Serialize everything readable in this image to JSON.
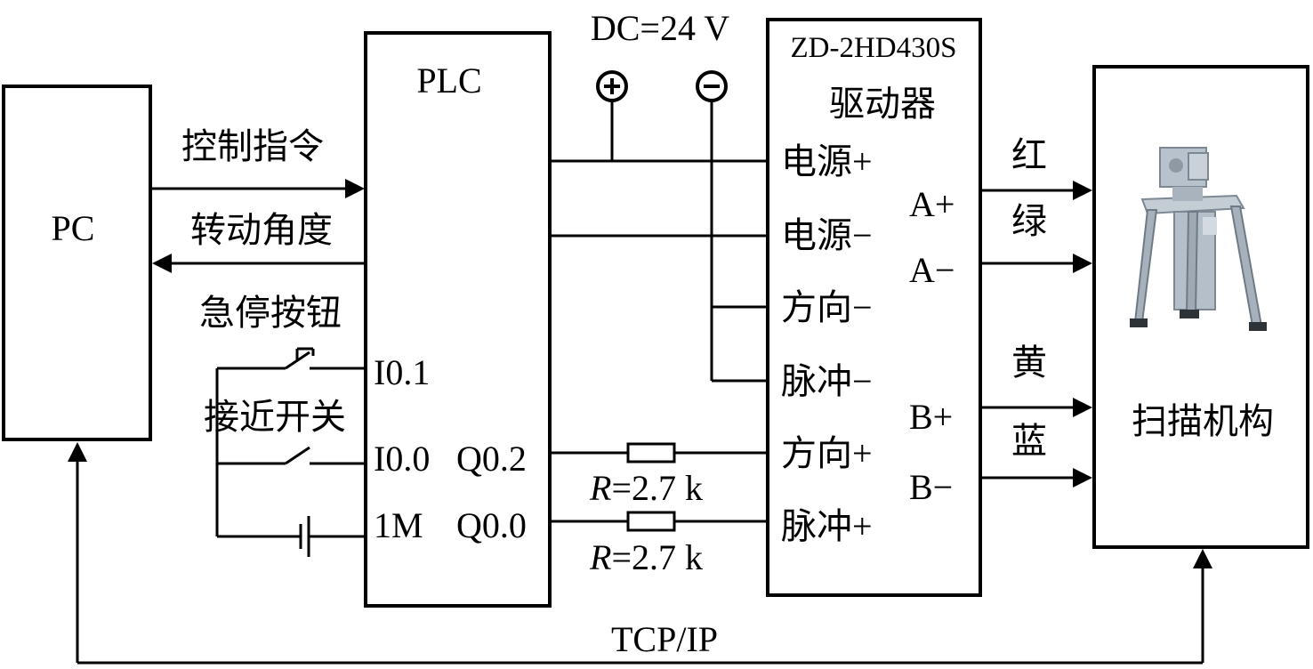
{
  "pc_label": "PC",
  "plc_label": "PLC",
  "supply_label": "DC=24 V",
  "supply_plus_symbol": "+",
  "supply_minus_symbol": "−",
  "driver_model": "ZD-2HD430S",
  "driver_title": "驱动器",
  "scanner_label": "扫描机构",
  "signals": {
    "control_command": "控制指令",
    "rotation_angle": "转动角度",
    "emergency_stop": "急停按钮",
    "proximity_switch": "接近开关",
    "tcpip": "TCP/IP"
  },
  "plc_ports": {
    "i01": "I0.1",
    "i00": "I0.0",
    "m1": "1M",
    "q02": "Q0.2",
    "q00": "Q0.0"
  },
  "resistor_label": "R=2.7 k",
  "resistor_symbol": "R",
  "resistor_value": "=2.7 k",
  "driver_inputs": [
    "电源+",
    "电源−",
    "方向−",
    "脉冲−",
    "方向+",
    "脉冲+"
  ],
  "driver_outputs": [
    "A+",
    "A−",
    "B+",
    "B−"
  ],
  "wire_colors": [
    "红",
    "绿",
    "黄",
    "蓝"
  ]
}
